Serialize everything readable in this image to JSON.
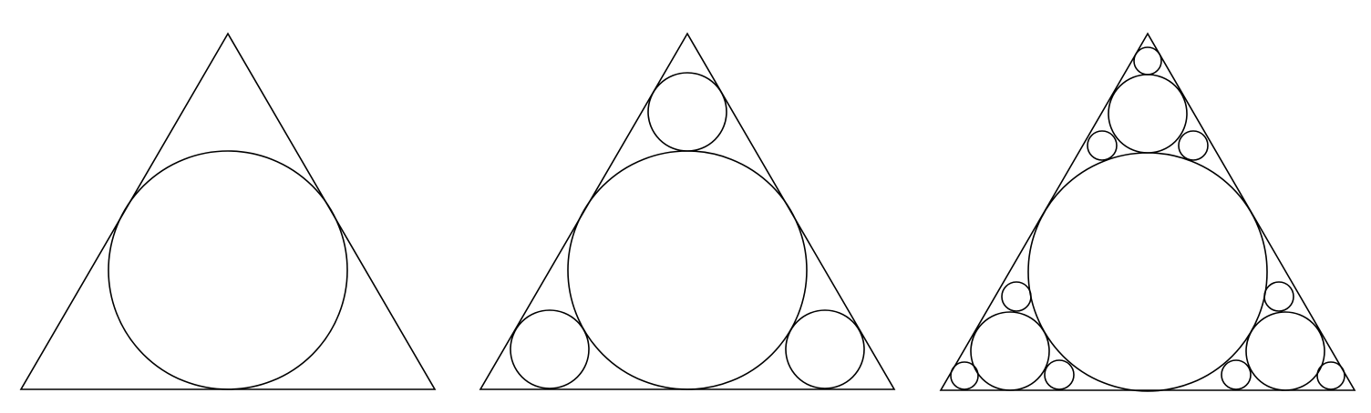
{
  "diagram": {
    "style": {
      "stroke_color": "#000000",
      "background_color": "#ffffff"
    },
    "panels": [
      {
        "id": "panel-1",
        "iteration": 0,
        "shapes": [
          "triangle",
          "incircle"
        ]
      },
      {
        "id": "panel-2",
        "iteration": 1,
        "shapes": [
          "triangle",
          "incircle",
          "corner-circles-level-1"
        ]
      },
      {
        "id": "panel-3",
        "iteration": 2,
        "shapes": [
          "triangle",
          "incircle",
          "corner-circles-level-1",
          "corner-circles-level-2",
          "side-circles-level-2"
        ]
      }
    ]
  }
}
